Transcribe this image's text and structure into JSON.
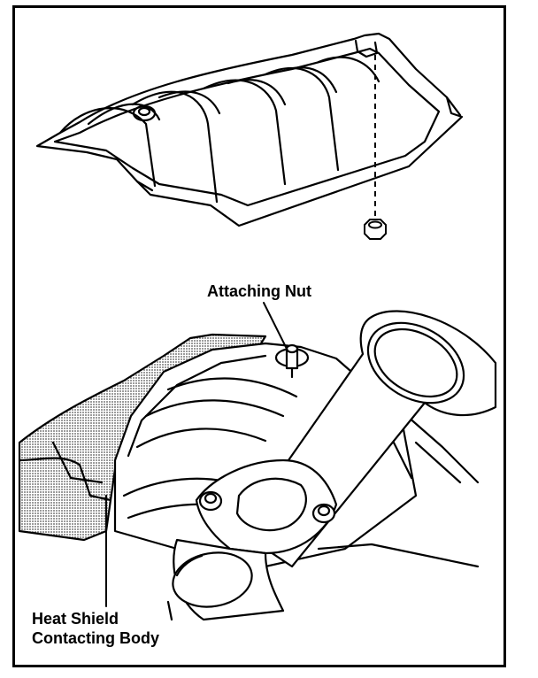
{
  "labels": {
    "attaching_nut": "Attaching Nut",
    "heat_shield_line1": "Heat Shield",
    "heat_shield_line2": "Contacting Body"
  },
  "colors": {
    "line": "#000000",
    "background": "#ffffff",
    "stipple": "#9a9a9a"
  }
}
